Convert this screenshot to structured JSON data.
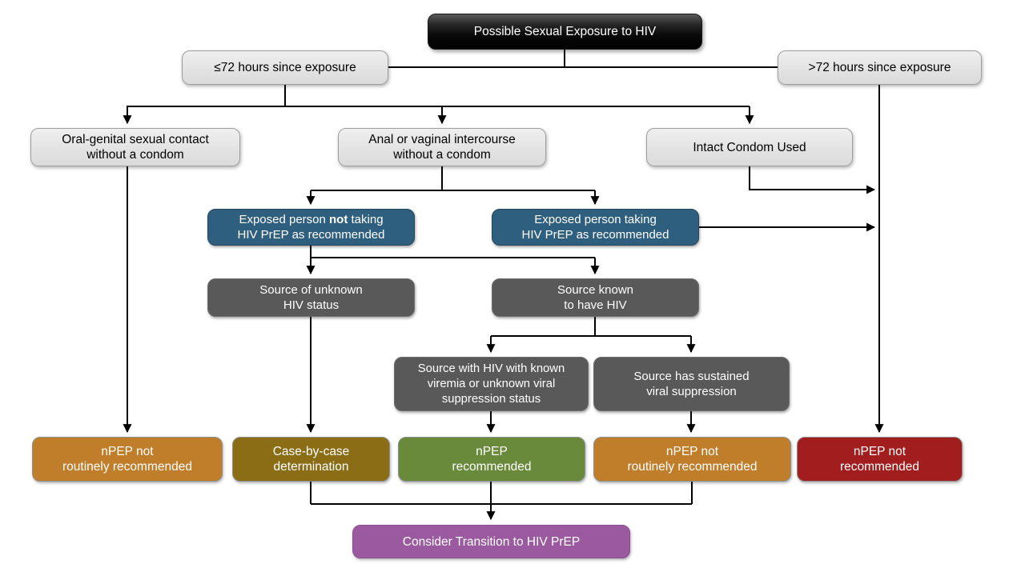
{
  "diagram": {
    "title": {
      "label": "Possible Sexual Exposure to HIV"
    },
    "timing": {
      "le72": "≤72 hours since exposure",
      "gt72": ">72 hours since exposure"
    },
    "exposure_types": {
      "oral_genital": [
        "Oral-genital sexual contact",
        "without a condom"
      ],
      "anal_vaginal": [
        "Anal or vaginal intercourse",
        "without a condom"
      ],
      "intact_condom": "Intact Condom Used"
    },
    "prep_status": {
      "not_taking": {
        "pre": "Exposed person ",
        "bold": "not",
        "post": " taking",
        "line2": "HIV PrEP as recommended"
      },
      "taking": [
        "Exposed person taking",
        "HIV PrEP as recommended"
      ]
    },
    "source_status": {
      "unknown": [
        "Source of unknown",
        "HIV status"
      ],
      "known": [
        "Source known",
        "to have HIV"
      ],
      "viremia": [
        "Source with HIV with known",
        "viremia or unknown viral",
        "suppression status"
      ],
      "suppressed": [
        "Source has sustained",
        "viral suppression"
      ]
    },
    "outcomes": {
      "not_routinely_recommended_left": [
        "nPEP not",
        "routinely recommended"
      ],
      "case_by_case": [
        "Case-by-case",
        "determination"
      ],
      "recommended": [
        "nPEP",
        "recommended"
      ],
      "not_routinely_recommended_right": [
        "nPEP not",
        "routinely recommended"
      ],
      "not_recommended": [
        "nPEP not",
        "recommended"
      ]
    },
    "transition": {
      "label": "Consider Transition to HIV PrEP"
    },
    "colors": {
      "title_bg": "#000000",
      "neutral_bg": "#e3e3e3",
      "prep_blue": "#2f5f7e",
      "source_gray": "#595959",
      "outcome_orange": "#c07d2a",
      "outcome_olive": "#8a6d15",
      "outcome_green": "#688a3a",
      "outcome_red": "#a21d1d",
      "transition_purple": "#9b5aa0",
      "line": "#000000"
    }
  }
}
